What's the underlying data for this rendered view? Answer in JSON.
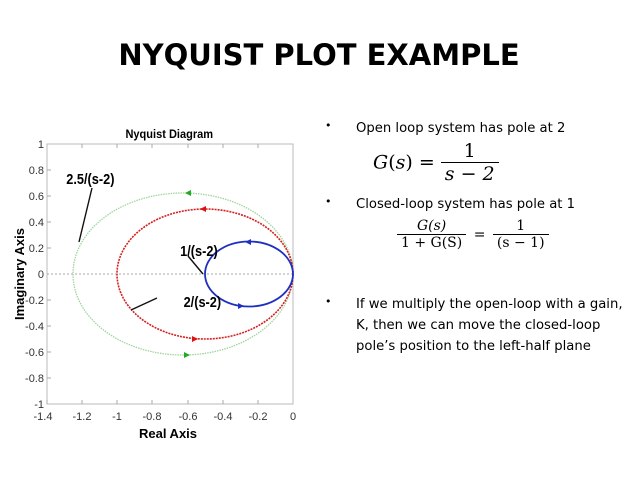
{
  "slide": {
    "title": "NYQUIST PLOT EXAMPLE"
  },
  "bullets": [
    {
      "text": "Open loop system has pole at 2"
    },
    {
      "text": "Closed-loop system has pole at 1"
    },
    {
      "text": "If we multiply the open-loop with a gain, K, then we can move the closed-loop pole’s position to the left-half plane"
    }
  ],
  "equations": {
    "eq1": {
      "lhs": "G(s) =",
      "num": "1",
      "den": "s − 2"
    },
    "eq2": {
      "lhs_num": "G(s)",
      "lhs_den": "1 + G(S)",
      "eq": "=",
      "rhs_num": "1",
      "rhs_den": "(s − 1)"
    }
  },
  "chart_data": {
    "type": "line",
    "title": "Nyquist Diagram",
    "xlabel": "Real Axis",
    "ylabel": "Imaginary Axis",
    "xlim": [
      -1.4,
      0
    ],
    "ylim": [
      -1,
      1
    ],
    "xticks": [
      "-1.4",
      "-1.2",
      "-1",
      "-0.8",
      "-0.6",
      "-0.4",
      "-0.2",
      "0"
    ],
    "yticks": [
      "1",
      "0.8",
      "0.6",
      "0.4",
      "0.2",
      "0",
      "-0.2",
      "-0.4",
      "-0.6",
      "-0.8",
      "-1"
    ],
    "grid": false,
    "series": [
      {
        "name": "1/(s-2)",
        "color": "#1f2fbf",
        "style": "solid",
        "center": [
          -0.25,
          0
        ],
        "radius_x": 0.25,
        "radius_y": 0.25,
        "x_range": [
          -0.5,
          0
        ]
      },
      {
        "name": "2/(s-2)",
        "color": "#d62020",
        "style": "dashed",
        "center": [
          -0.5,
          0
        ],
        "radius_x": 0.5,
        "radius_y": 0.5,
        "x_range": [
          -1,
          0
        ]
      },
      {
        "name": "2.5/(s-2)",
        "color": "#8fcf8f",
        "style": "dotted",
        "center": [
          -0.625,
          0
        ],
        "radius_x": 0.625,
        "radius_y": 0.625,
        "x_range": [
          -1.25,
          0
        ]
      }
    ],
    "annotations": [
      {
        "text": "2.5/(s-2)",
        "points_to": "green curve"
      },
      {
        "text": "1/(s-2)",
        "points_to": "blue curve"
      },
      {
        "text": "2/(s-2)",
        "points_to": "red curve"
      }
    ]
  }
}
